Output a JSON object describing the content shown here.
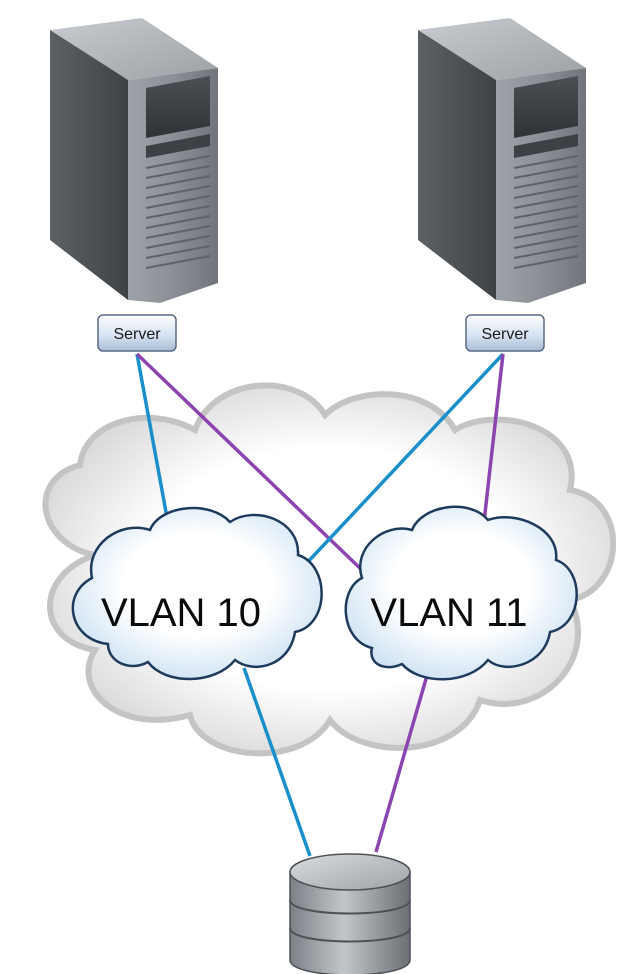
{
  "servers": [
    {
      "id": "server-left",
      "label": "Server"
    },
    {
      "id": "server-right",
      "label": "Server"
    }
  ],
  "vlans": [
    {
      "id": "vlan-10",
      "label": "VLAN 10",
      "color": "#1a8fc9"
    },
    {
      "id": "vlan-11",
      "label": "VLAN 11",
      "color": "#8b44b0"
    }
  ],
  "links": [
    {
      "from": "server-left",
      "to": "vlan-10",
      "vlan": "vlan-10"
    },
    {
      "from": "server-left",
      "to": "vlan-11",
      "vlan": "vlan-11"
    },
    {
      "from": "server-right",
      "to": "vlan-10",
      "vlan": "vlan-10"
    },
    {
      "from": "server-right",
      "to": "vlan-11",
      "vlan": "vlan-11"
    },
    {
      "from": "vlan-10",
      "to": "storage",
      "vlan": "vlan-10"
    },
    {
      "from": "vlan-11",
      "to": "storage",
      "vlan": "vlan-11"
    }
  ],
  "icons": {
    "server": "server-tower-icon",
    "storage": "database-storage-icon",
    "network": "cloud-icon"
  },
  "colors": {
    "cloud_outer": "#d4d4d4",
    "cloud_inner": "#edf4fb",
    "server_body": "#8e949a"
  }
}
